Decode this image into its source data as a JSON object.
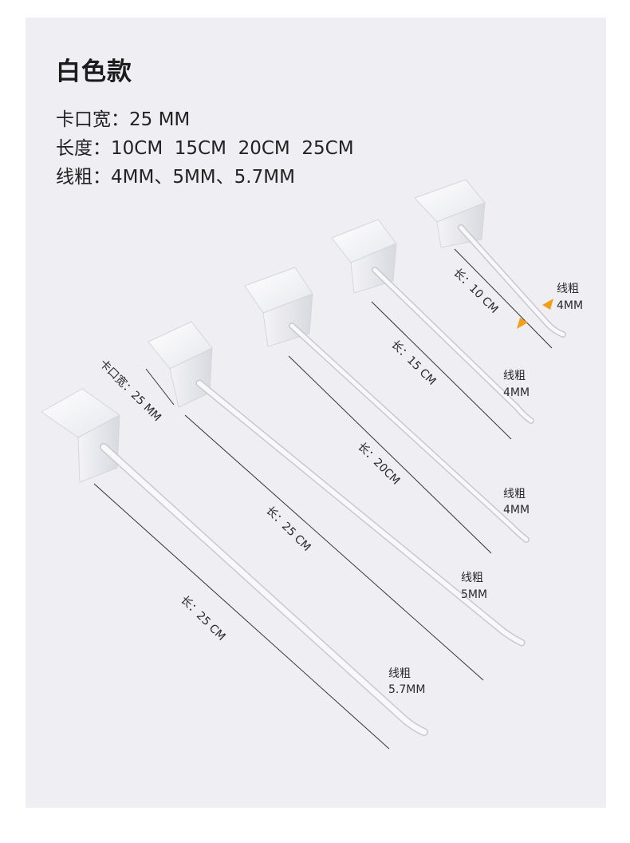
{
  "header": {
    "title": "白色款",
    "specs": [
      {
        "label": "卡口宽：",
        "value": "25 MM"
      },
      {
        "label": "长度：",
        "value": "10CM  15CM  20CM  25CM"
      },
      {
        "label": "线粗：",
        "value": "4MM、5MM、5.7MM"
      }
    ]
  },
  "hooks": [
    {
      "length_label": "长：25 CM",
      "thickness_label": "线粗",
      "thickness_value": "5.7MM"
    },
    {
      "length_label": "长：25 CM",
      "thickness_label": "线粗",
      "thickness_value": "5MM"
    },
    {
      "length_label": "长：20CM",
      "thickness_label": "线粗",
      "thickness_value": "4MM"
    },
    {
      "length_label": "长：15 CM",
      "thickness_label": "线粗",
      "thickness_value": "4MM"
    },
    {
      "length_label": "长：10 CM",
      "thickness_label": "线粗",
      "thickness_value": "4MM"
    }
  ],
  "clip_width_label": "卡口宽：25 MM",
  "colors": {
    "hook": "#f7f7f9",
    "hook_shade": "#cfd0d6",
    "arrow": "#f0a020",
    "background": "#efeff3"
  }
}
